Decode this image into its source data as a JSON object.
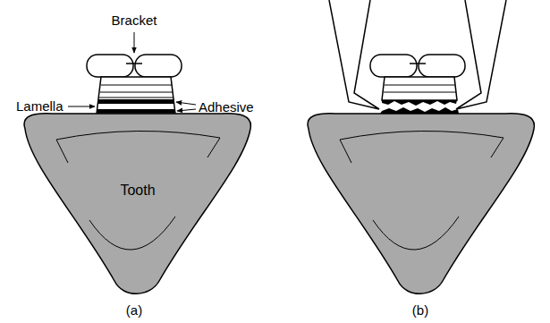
{
  "diagram": {
    "nodes": [
      {
        "text": [
          "Tooth"
        ]
      }
    ],
    "labels": [
      "Bracket",
      "Lamella",
      "Adhesive",
      "(a)",
      "(b)"
    ]
  }
}
